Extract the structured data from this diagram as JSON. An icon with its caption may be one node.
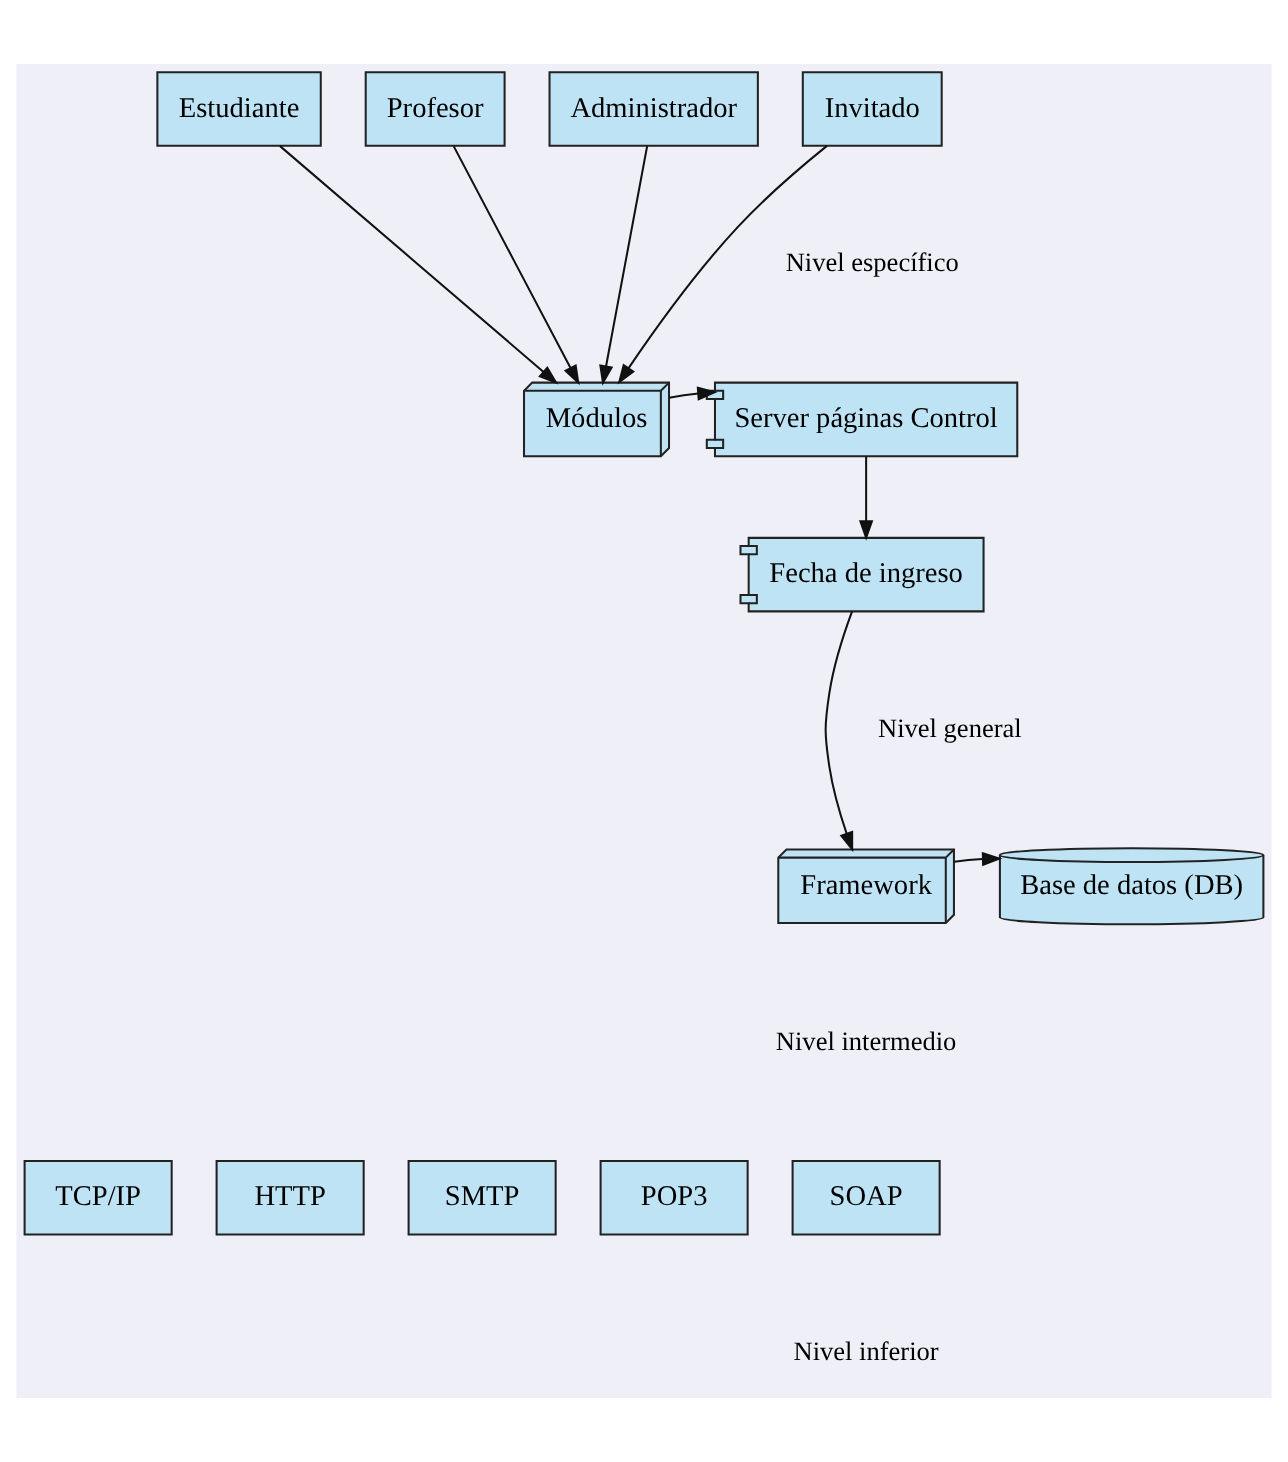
{
  "diagram": {
    "nodes": [
      {
        "text": [
          "Estudiante"
        ]
      },
      {
        "text": [
          "Profesor"
        ]
      },
      {
        "text": [
          "Administrador"
        ]
      },
      {
        "text": [
          "Invitado"
        ]
      },
      {
        "text": [
          "Módulos"
        ]
      },
      {
        "text": [
          "Server páginas Control"
        ]
      },
      {
        "text": [
          "Fecha de ingreso"
        ]
      },
      {
        "text": [
          "Base de datos (DB)"
        ]
      },
      {
        "text": [
          "Framework"
        ]
      },
      {
        "text": [
          "TCP/IP"
        ]
      },
      {
        "text": [
          "HTTP"
        ]
      },
      {
        "text": [
          "SMTP"
        ]
      },
      {
        "text": [
          "POP3"
        ]
      },
      {
        "text": [
          "SOAP"
        ]
      }
    ],
    "edges": [
      {
        "from": 0,
        "to": 4,
        "arrow": "to"
      },
      {
        "from": 1,
        "to": 4,
        "arrow": "to"
      },
      {
        "from": 2,
        "to": 4,
        "arrow": "to"
      },
      {
        "from": 3,
        "to": 4,
        "arrow": "to"
      },
      {
        "from": 4,
        "to": 5,
        "arrow": "to"
      },
      {
        "from": 5,
        "to": 6,
        "arrow": "to"
      },
      {
        "from": 6,
        "to": 8,
        "arrow": "to"
      },
      {
        "from": 8,
        "to": 7,
        "arrow": "to"
      }
    ],
    "labels": [
      "Nivel específico",
      "Nivel general",
      "Nivel intermedio",
      "Nivel inferior"
    ]
  }
}
